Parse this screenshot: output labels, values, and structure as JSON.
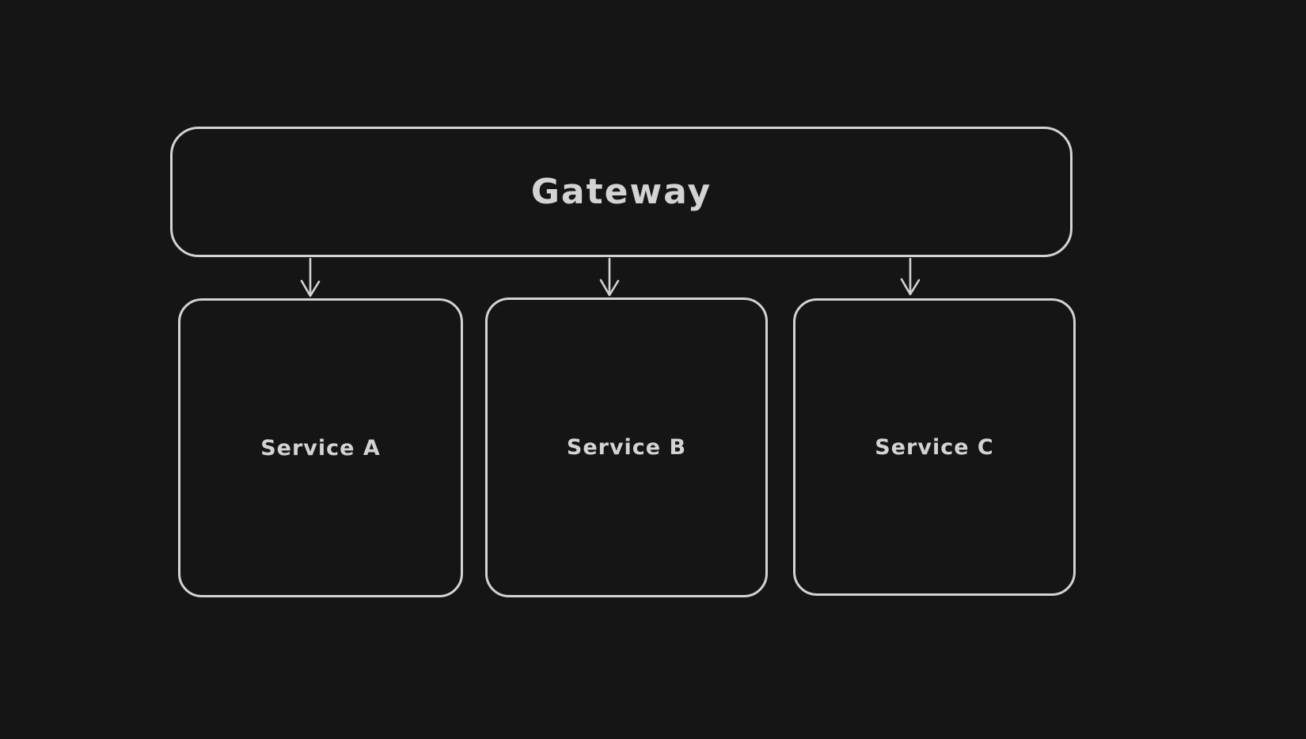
{
  "canvas": {
    "background_color": "#151515",
    "stroke_color": "#d3d3d3"
  },
  "diagram": {
    "type": "architecture-flowchart",
    "nodes": [
      {
        "id": "gateway",
        "label": "Gateway",
        "shape": "rounded-rectangle"
      },
      {
        "id": "service-a",
        "label": "Service A",
        "shape": "rounded-rectangle"
      },
      {
        "id": "service-b",
        "label": "Service B",
        "shape": "rounded-rectangle"
      },
      {
        "id": "service-c",
        "label": "Service C",
        "shape": "rounded-rectangle"
      }
    ],
    "edges": [
      {
        "from": "gateway",
        "to": "service-a",
        "type": "arrow",
        "direction": "down"
      },
      {
        "from": "gateway",
        "to": "service-b",
        "type": "arrow",
        "direction": "down"
      },
      {
        "from": "gateway",
        "to": "service-c",
        "type": "arrow",
        "direction": "down"
      }
    ]
  }
}
